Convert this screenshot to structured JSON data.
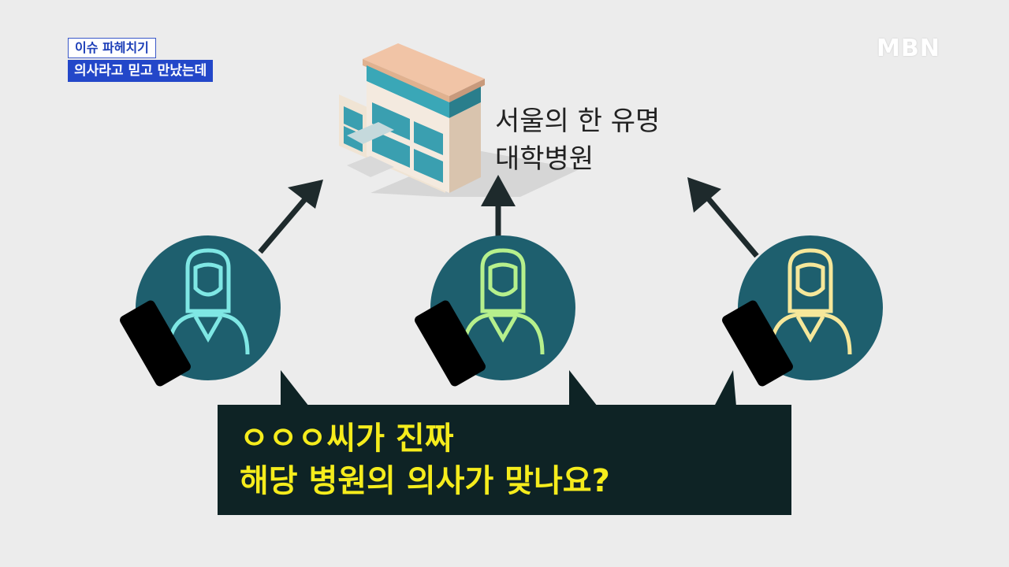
{
  "segment": {
    "title": "이슈 파헤치기",
    "subtitle": "의사라고 믿고 만났는데"
  },
  "channel_logo": "MBN",
  "hospital": {
    "caption_line1": "서울의 한 유명",
    "caption_line2": "대학병원"
  },
  "persons": [
    {
      "color": "#7fe7e4"
    },
    {
      "color": "#b6f08c"
    },
    {
      "color": "#f6e79a"
    }
  ],
  "speech": {
    "line1": "ㅇㅇㅇ씨가 진짜",
    "line2": "해당 병원의 의사가 맞나요?",
    "text_color": "#f5ec1c",
    "bg_color": "#0e2325"
  },
  "colors": {
    "circle": "#1e5f6e",
    "arrow": "#1e2a2c",
    "phone": "#000000"
  }
}
